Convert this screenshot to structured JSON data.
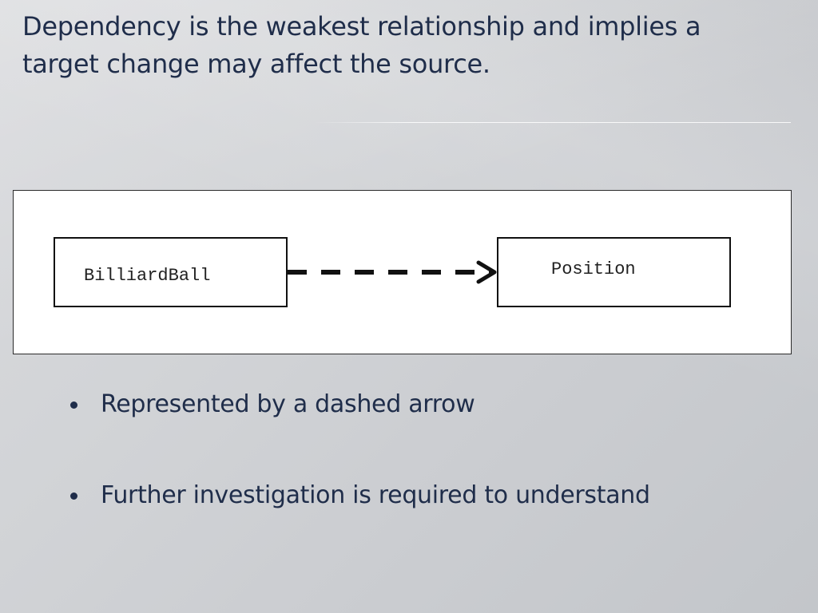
{
  "slide": {
    "title": "Dependency is the weakest relationship and implies a target change may affect the source.",
    "text_color": "#1f2d4a"
  },
  "diagram": {
    "relationship": "dependency",
    "line_style": "dashed",
    "arrowhead": "open",
    "source": {
      "label": "BilliardBall"
    },
    "target": {
      "label": "Position"
    }
  },
  "bullets": [
    {
      "text": "Represented by a dashed arrow"
    },
    {
      "text": "Further investigation is required to understand"
    }
  ]
}
